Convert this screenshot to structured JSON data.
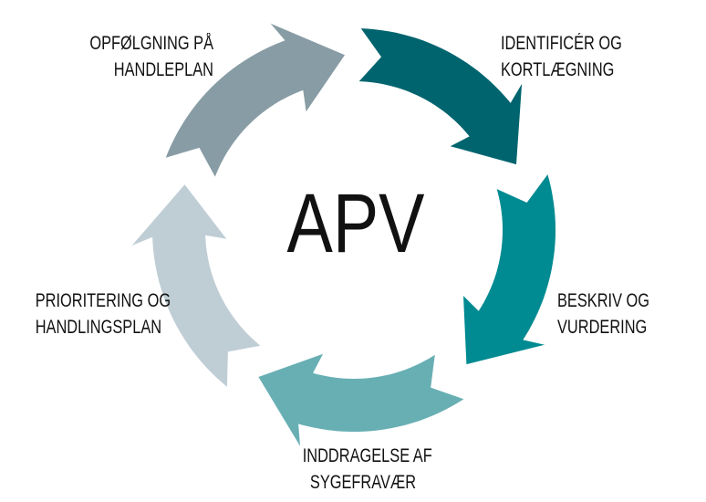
{
  "title": "APV",
  "steps": [
    {
      "label1": "IDENTIFICÉR OG",
      "label2": "KORTLÆGNING",
      "color": "#00646e"
    },
    {
      "label1": "BESKRIV OG",
      "label2": "VURDERING",
      "color": "#008a91"
    },
    {
      "label1": "INDDRAGELSE AF",
      "label2": "SYGEFRAVÆR",
      "color": "#68afb4"
    },
    {
      "label1": "PRIORITERING OG",
      "label2": "HANDLINGSPLAN",
      "color": "#bfcdd5"
    },
    {
      "label1": "OPFØLGNING PÅ",
      "label2": "HANDLEPLAN",
      "color": "#889ca5"
    }
  ]
}
